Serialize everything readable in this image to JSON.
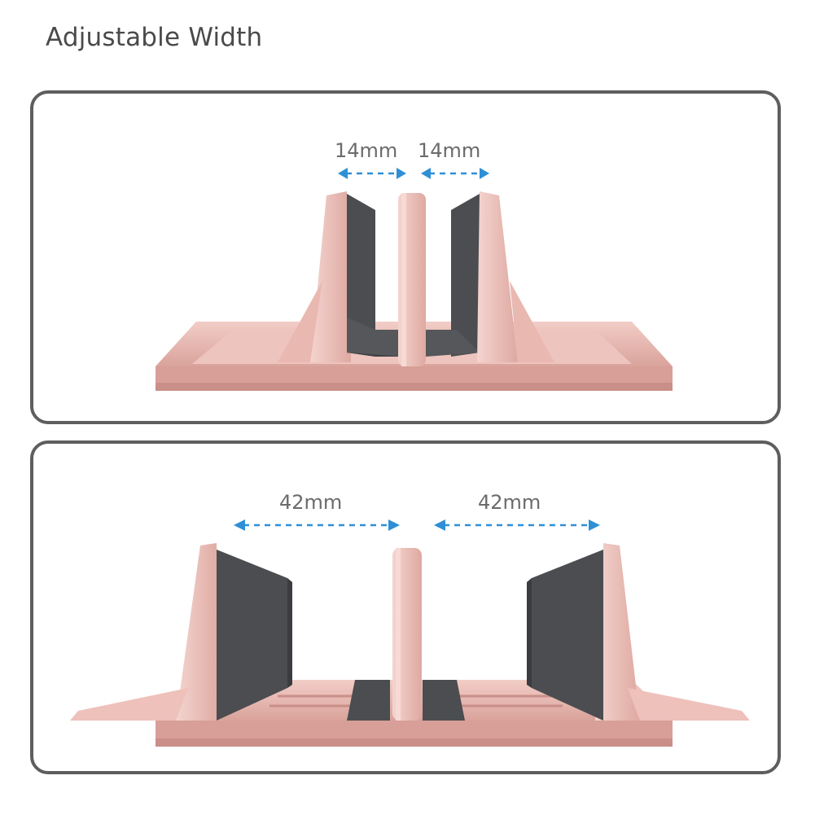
{
  "heading": "Adjustable Width",
  "top_panel": {
    "left_gap_label": "14mm",
    "right_gap_label": "14mm"
  },
  "bottom_panel": {
    "left_gap_label": "42mm",
    "right_gap_label": "42mm"
  },
  "colors": {
    "rose_gold": "#e8b4ad",
    "rose_gold_dark": "#c98f88",
    "pad_gray": "#4b4d50",
    "arrow_blue": "#2e8fd6",
    "border": "#5e5e5e"
  }
}
